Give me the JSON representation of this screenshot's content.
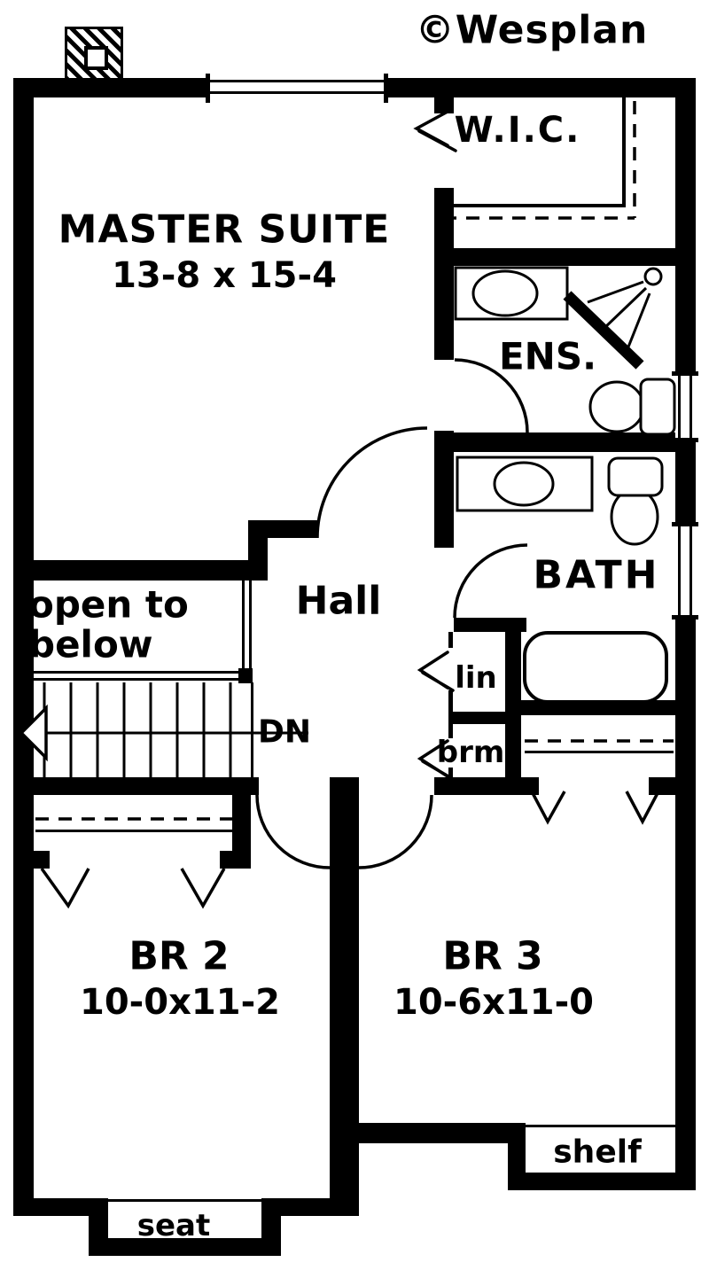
{
  "branding": {
    "copyright": "©Wesplan"
  },
  "rooms": {
    "wic": {
      "name": "W.I.C."
    },
    "master_suite": {
      "name": "MASTER SUITE",
      "dimensions": "13-8 x 15-4"
    },
    "ensuite": {
      "name": "ENS."
    },
    "bathroom": {
      "name": "BATH"
    },
    "hall": {
      "name": "Hall"
    },
    "bedroom2": {
      "name": "BR 2",
      "dimensions": "10-0x11-2"
    },
    "bedroom3": {
      "name": "BR 3",
      "dimensions": "10-6x11-0"
    }
  },
  "features": {
    "open_to_below_line1": "open to",
    "open_to_below_line2": "below",
    "stair_direction": "DN",
    "linen_closet": "lin",
    "broom_closet": "brm",
    "window_seat": "seat",
    "shelf": "shelf"
  },
  "colors": {
    "ink": "#000000",
    "paper": "#ffffff"
  }
}
